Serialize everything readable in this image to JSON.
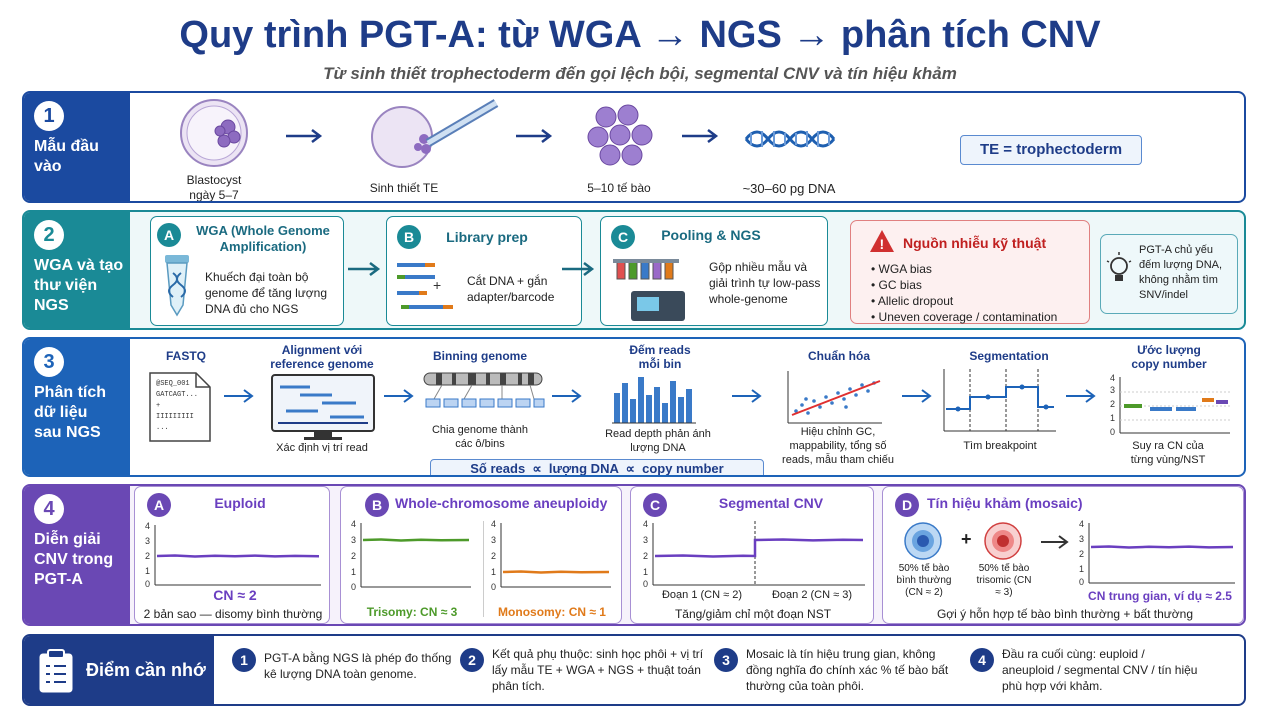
{
  "title": "Quy trình PGT-A: từ WGA → NGS → phân tích CNV",
  "subtitle": "Từ sinh thiết trophectoderm đến gọi lệch bội, segmental CNV và tín hiệu khảm",
  "row1": {
    "num": "1",
    "label": "Mẫu đầu vào",
    "steps": [
      "Blastocyst ngày 5–7",
      "Sinh thiết TE",
      "5–10 tế bào",
      "~30–60 pg DNA"
    ],
    "note": "TE = trophectoderm"
  },
  "row2": {
    "num": "2",
    "label": "WGA và tạo thư viện NGS",
    "a": {
      "badge": "A",
      "title": "WGA (Whole Genome Amplification)",
      "text": "Khuếch đại toàn bộ genome để tăng lượng DNA đủ cho NGS"
    },
    "b": {
      "badge": "B",
      "title": "Library prep",
      "text": "Cắt DNA + gắn adapter/barcode"
    },
    "c": {
      "badge": "C",
      "title": "Pooling & NGS",
      "text": "Gộp nhiều mẫu và giải trình tự low-pass whole-genome"
    },
    "noise": {
      "title": "Nguồn nhiễu kỹ thuật",
      "items": [
        "WGA bias",
        "GC bias",
        "Allelic dropout",
        "Uneven coverage / contamination"
      ]
    },
    "tip": "PGT-A chủ yếu đếm lượng DNA, không nhằm tìm SNV/indel"
  },
  "row3": {
    "num": "3",
    "label": "Phân tích dữ liệu sau NGS",
    "steps": [
      {
        "title": "FASTQ",
        "cap": ""
      },
      {
        "title": "Alignment với reference genome",
        "cap": "Xác định vị trí read"
      },
      {
        "title": "Binning genome",
        "cap": "Chia genome thành các ô/bins"
      },
      {
        "title": "Đếm reads mỗi bin",
        "cap": "Read depth phản ánh lượng DNA"
      },
      {
        "title": "Chuẩn hóa",
        "cap": "Hiệu chỉnh GC, mappability, tổng số reads, mẫu tham chiếu"
      },
      {
        "title": "Segmentation",
        "cap": "Tìm breakpoint"
      },
      {
        "title": "Ước lượng copy number",
        "cap": "Suy ra CN của từng vùng/NST"
      }
    ],
    "fastq": [
      "@SEQ_001",
      "GATCAGT...",
      "+",
      "IIIIIIIII",
      "..."
    ],
    "formula": "Số reads  ∝  lượng DNA  ∝  copy number"
  },
  "row4": {
    "num": "4",
    "label": "Diễn giải CNV trong PGT-A",
    "a": {
      "badge": "A",
      "title": "Euploid",
      "cn": "CN ≈ 2",
      "cap": "2 bản sao — disomy bình thường"
    },
    "b": {
      "badge": "B",
      "title": "Whole-chromosome aneuploidy",
      "tri": "Trisomy: CN ≈ 3",
      "mono": "Monosomy: CN ≈ 1"
    },
    "c": {
      "badge": "C",
      "title": "Segmental CNV",
      "seg1": "Đoạn 1 (CN ≈ 2)",
      "seg2": "Đoạn 2 (CN ≈ 3)",
      "cap": "Tăng/giảm chỉ một đoạn NST"
    },
    "d": {
      "badge": "D",
      "title": "Tín hiệu khảm (mosaic)",
      "cell1": "50% tế bào bình thường (CN ≈ 2)",
      "cell2": "50% tế bào trisomic (CN ≈ 3)",
      "plus": "+",
      "cn": "CN trung gian, ví dụ ≈ 2.5",
      "cap": "Gợi ý hỗn hợp tế bào bình thường + bất thường"
    }
  },
  "axis": [
    "0",
    "1",
    "2",
    "3",
    "4"
  ],
  "row5": {
    "label": "Điểm cần nhớ",
    "points": [
      {
        "n": "1",
        "t": "PGT-A bằng NGS là phép đo thống kê lượng DNA toàn genome."
      },
      {
        "n": "2",
        "t": "Kết quả phụ thuộc: sinh học phôi + vị trí lấy mẫu TE + WGA + NGS + thuật toán phân tích."
      },
      {
        "n": "3",
        "t": "Mosaic là tín hiệu trung gian, không đồng nghĩa đo chính xác % tế bào bất thường của toàn phôi."
      },
      {
        "n": "4",
        "t": "Đầu ra cuối cùng: euploid / aneuploid / segmental CNV / tín hiệu phù hợp với khảm."
      }
    ]
  },
  "colors": {
    "navy": "#1e3c88",
    "row1": "#1b4aa0",
    "row2": "#1a8a96",
    "row3": "#1d63b8",
    "row4": "#6a48b4",
    "row5": "#1e3c88",
    "purple": "#6a3fc0",
    "green": "#4d9a2a",
    "orange": "#e07a1a",
    "red": "#d03030"
  },
  "icons": [
    "blastocyst-icon",
    "biopsy-pipette-icon",
    "cells-icon",
    "dna-helix-icon",
    "tube-icon",
    "fragments-icon",
    "sequencer-icon",
    "warning-icon",
    "lightbulb-icon",
    "file-icon",
    "monitor-icon",
    "chromosome-icon",
    "histogram-icon",
    "scatter-icon",
    "step-plot-icon",
    "cn-plot-icon",
    "clipboard-icon"
  ]
}
